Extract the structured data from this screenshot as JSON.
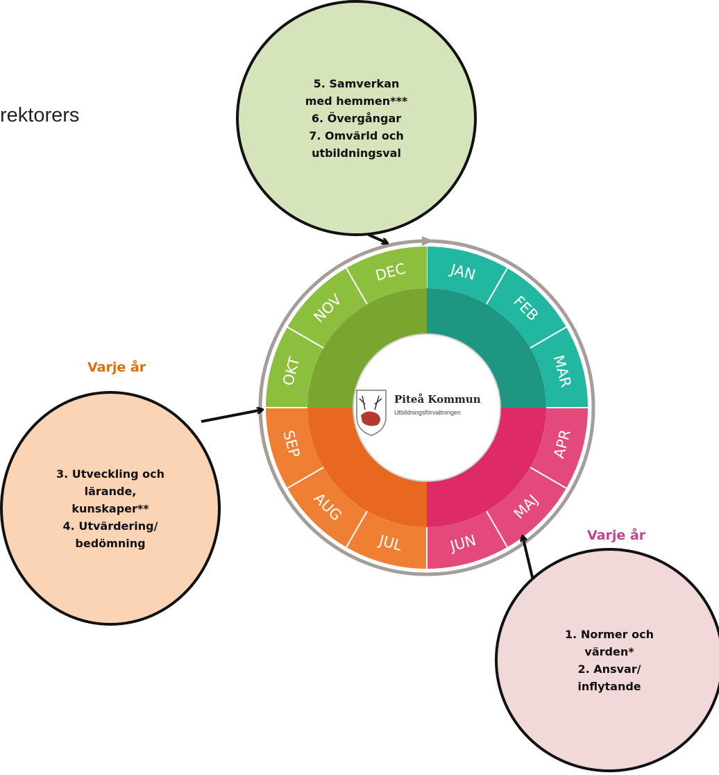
{
  "title_fragment": "rektorers",
  "labels": {
    "left": "Varje år",
    "right": "Varje år"
  },
  "bubbles": {
    "top": {
      "lines": [
        "5. Samverkan",
        "med hemmen***",
        "6. Övergångar",
        "7. Omvärld och",
        "utbildningsval"
      ]
    },
    "left": {
      "lines": [
        "3. Utveckling och",
        "lärande,",
        "kunskaper**",
        "4. Utvärdering/",
        "bedömning"
      ]
    },
    "right": {
      "lines": [
        "1. Normer och",
        "värden*",
        "2. Ansvar/",
        "inflytande"
      ]
    }
  },
  "logo": {
    "name": "Piteå Kommun",
    "department": "Utbildningsförvaltningen"
  },
  "months": [
    {
      "label": "JAN"
    },
    {
      "label": "FEB"
    },
    {
      "label": "MAR"
    },
    {
      "label": "APR"
    },
    {
      "label": "MAJ"
    },
    {
      "label": "JUN"
    },
    {
      "label": "JUL"
    },
    {
      "label": "AUG"
    },
    {
      "label": "SEP"
    },
    {
      "label": "OKT"
    },
    {
      "label": "NOV"
    },
    {
      "label": "DEC"
    }
  ],
  "colors": {
    "winter": "#22b7a0",
    "winter_inner": "#1d9682",
    "spring": "#e4497c",
    "spring_inner": "#de2a66",
    "summer": "#ee7f33",
    "summer_inner": "#e8681f",
    "autumn": "#8cbf3d",
    "autumn_inner": "#7aa52f",
    "ring": "#a59e98",
    "bubble_top": "#d6e4bc",
    "bubble_left": "#fbd3b5",
    "bubble_right": "#f2d9d9",
    "label_left": "#e36c0a",
    "label_right": "#c0448a"
  }
}
